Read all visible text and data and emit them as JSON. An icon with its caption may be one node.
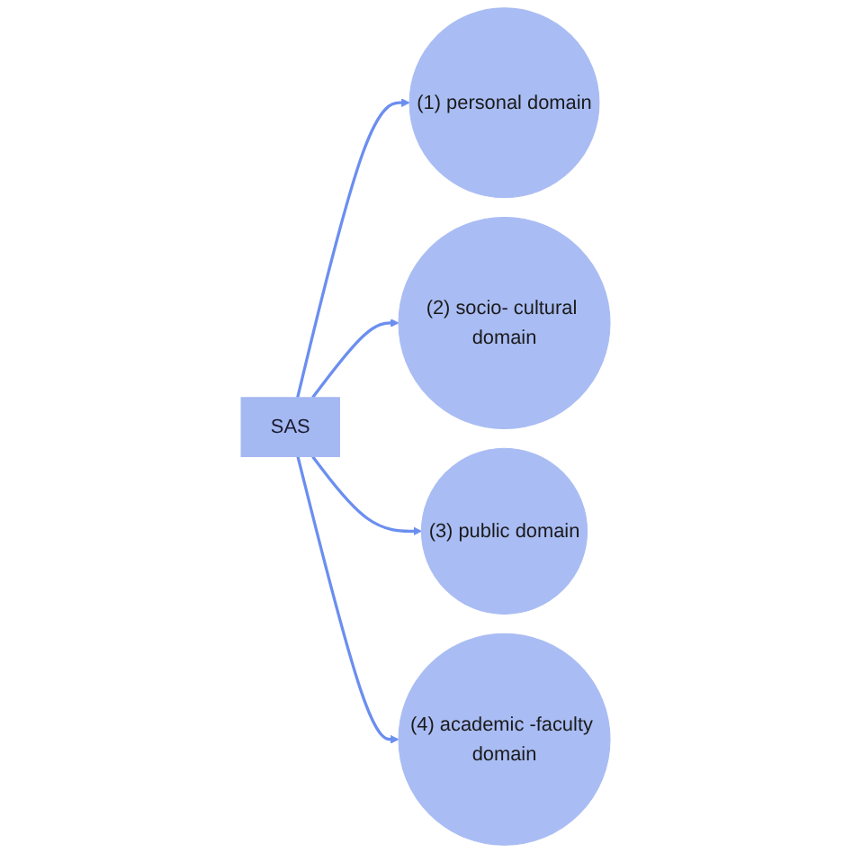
{
  "diagram": {
    "nodes": [
      {
        "text": [
          "(1) personal domain"
        ]
      },
      {
        "text": [
          "(4) academic -faculty domain"
        ]
      },
      {
        "text": [
          "SAS"
        ]
      },
      {
        "text": [
          "(2) socio- cultural domain"
        ]
      },
      {
        "text": [
          "(3) public domain"
        ]
      }
    ],
    "edges": [
      {
        "from": 2,
        "to": 0,
        "arrow": "to"
      },
      {
        "from": 2,
        "to": 3,
        "arrow": "to"
      },
      {
        "from": 2,
        "to": 4,
        "arrow": "to"
      },
      {
        "from": 2,
        "to": 1,
        "arrow": "to"
      }
    ]
  }
}
